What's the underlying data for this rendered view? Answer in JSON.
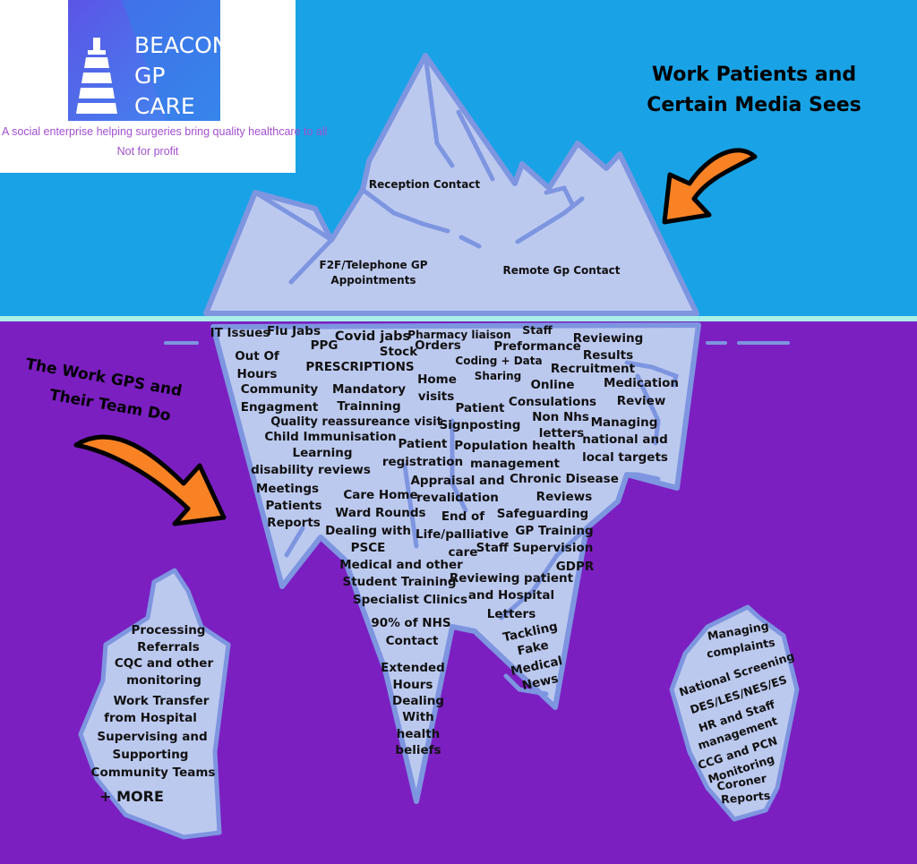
{
  "colors": {
    "sky": "#19a3e6",
    "water": "#7b1fc1",
    "waterline": "#a8f0e8",
    "ice": "#bcc9ef",
    "ice_edge": "#7e95e0",
    "arrow": "#f98224"
  },
  "logo": {
    "name_line1": "BEACON",
    "name_line2": "GP CARE",
    "tagline": "A social enterprise helping surgeries bring quality healthcare to all",
    "not_for_profit": "Not for profit",
    "icon": "lighthouse-icon"
  },
  "callouts": {
    "above": [
      "Work Patients and",
      "Certain Media Sees"
    ],
    "below": [
      "The Work GPS and",
      "Their Team Do"
    ]
  },
  "above_water": [
    "Reception Contact",
    "F2F/Telephone GP",
    "Appointments",
    "Remote Gp Contact"
  ],
  "below_water": [
    "IT Issues",
    "Flu Jabs",
    "Covid jabs",
    "Pharmacy liaison",
    "Staff",
    "PPG",
    "Stock",
    "Orders",
    "Preformance",
    "Reviewing",
    "Coding + Data",
    "Results",
    "Out Of",
    "Hours",
    "PRESCRIPTIONS",
    "Sharing",
    "Recruitment",
    "Home",
    "Online",
    "Medication",
    "Community",
    "Mandatory",
    "visits",
    "Consulations",
    "Review",
    "Engagment",
    "Trainning",
    "Patient",
    "Non Nhs",
    "Managing",
    "Quality reassureance visit",
    "Signposting",
    "letters",
    "national and",
    "Child Immunisation",
    "Patient",
    "Population health",
    "local targets",
    "Learning",
    "registration",
    "management",
    "disability reviews",
    "Appraisal and",
    "Chronic Disease",
    "Meetings",
    "revalidation",
    "Care Home",
    "Reviews",
    "Patients",
    "Ward Rounds",
    "End of",
    "Safeguarding",
    "Reports",
    "Dealing with",
    "Life/palliative",
    "GP Training",
    "PSCE",
    "care",
    "Staff Supervision",
    "Medical and other",
    "GDPR",
    "Student Training",
    "Reviewing patient",
    "Specialist Clinics",
    "and Hospital",
    "90% of NHS",
    "Letters",
    "Contact",
    "Tackling",
    "Fake",
    "Extended",
    "Medical",
    "Hours",
    "News",
    "Dealing",
    "With",
    "health",
    "beliefs"
  ],
  "left_fragment": [
    "Processing",
    "Referrals",
    "CQC and other",
    "monitoring",
    "Work Transfer",
    "from Hospital",
    "Supervising and",
    "Supporting",
    "Community Teams",
    "+ MORE"
  ],
  "right_fragment": [
    "Managing",
    "complaints",
    "National Screening",
    "DES/LES/NES/ES",
    "HR and Staff",
    "management",
    "CCG and PCN",
    "Monitoring",
    "Coroner",
    "Reports"
  ]
}
